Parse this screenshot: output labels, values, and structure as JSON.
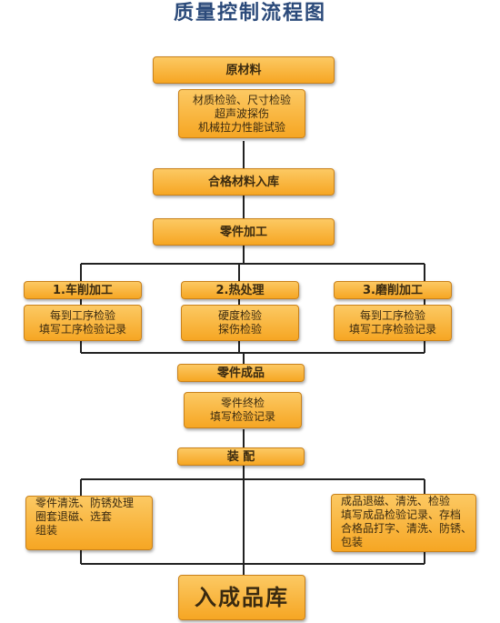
{
  "title": "质量控制流程图",
  "nodes": {
    "raw_material": "原材料",
    "raw_inspection": [
      "材质检验、尺寸检验",
      "超声波探伤",
      "机械拉力性能试验"
    ],
    "qualified_storage": "合格材料入库",
    "part_machining": "零件加工",
    "turning": "1.车削加工",
    "turning_note": [
      "每到工序检验",
      "填写工序检验记录"
    ],
    "heat_treatment": "2.热处理",
    "heat_note": [
      "硬度检验",
      "探伤检验"
    ],
    "grinding": "3.磨削加工",
    "grinding_note": [
      "每到工序检验",
      "填写工序检验记录"
    ],
    "finished_part": "零件成品",
    "final_inspection": [
      "零件终检",
      "填写检验记录"
    ],
    "assembly": "装 配",
    "assembly_left": [
      "零件清洗、防锈处理",
      "圈套退磁、选套",
      "组装"
    ],
    "assembly_right": [
      "成品退磁、清洗、检验",
      "填写成品检验记录、存档",
      "合格品打字、清洗、防锈、",
      "包装"
    ],
    "warehouse": "入成品库"
  }
}
